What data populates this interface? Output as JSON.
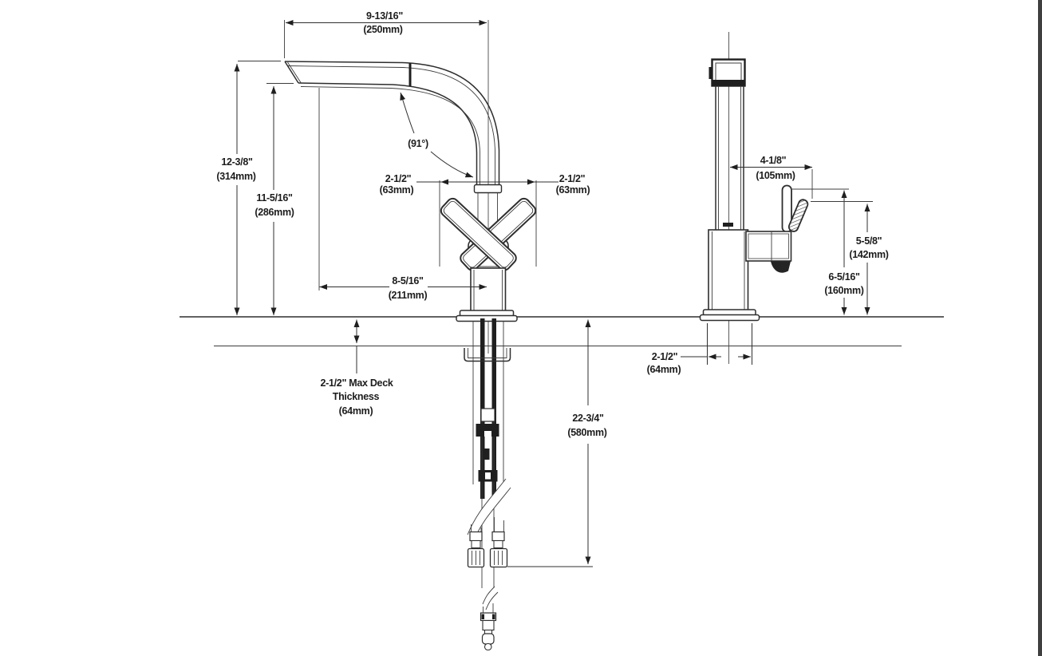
{
  "drawing": {
    "type": "technical-dimension-diagram",
    "subject": "high-arc single-handle kitchen faucet, front and side elevations with installation dimensions",
    "line_color": "#2e2e2e",
    "background": "#ffffff"
  },
  "dims": {
    "spout_reach": {
      "in": "9-13/16\"",
      "mm": "(250mm)"
    },
    "overall_height": {
      "in": "12-3/8\"",
      "mm": "(314mm)"
    },
    "spout_height": {
      "in": "11-5/16\"",
      "mm": "(286mm)"
    },
    "spout_angle": {
      "label": "(91°)"
    },
    "handle_left": {
      "in": "2-1/2\"",
      "mm": "(63mm)"
    },
    "handle_right": {
      "in": "2-1/2\"",
      "mm": "(63mm)"
    },
    "aerator_reach": {
      "in": "8-5/16\"",
      "mm": "(211mm)"
    },
    "deck_thickness": {
      "line1": "2-1/2\" Max Deck",
      "line2": "Thickness",
      "line3": "(64mm)"
    },
    "supply_length": {
      "in": "22-3/4\"",
      "mm": "(580mm)"
    },
    "handle_projection": {
      "in": "4-1/8\"",
      "mm": "(105mm)"
    },
    "handle_tip_height": {
      "in": "5-5/8\"",
      "mm": "(142mm)"
    },
    "handle_upright_height": {
      "in": "6-5/16\"",
      "mm": "(160mm)"
    },
    "shank_clearance": {
      "in": "2-1/2\"",
      "mm": "(64mm)"
    }
  }
}
